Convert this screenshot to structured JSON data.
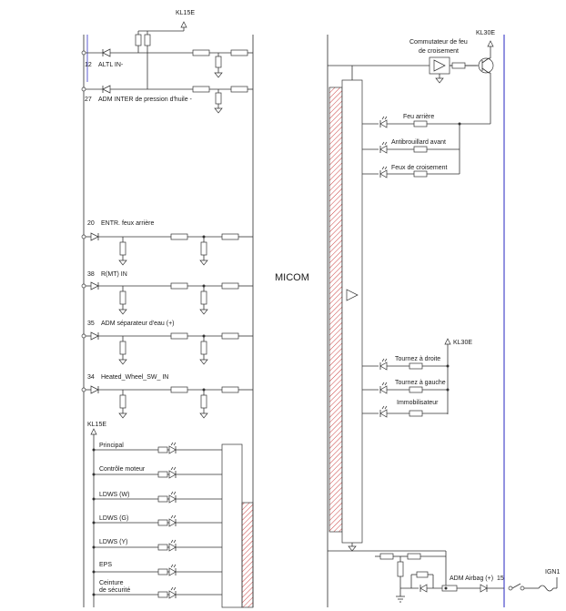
{
  "colors": {
    "wire": "#333333",
    "accent_bar": "#4a4acc",
    "hatch": "#cc4444"
  },
  "title": "MICOM",
  "supply": {
    "kl15e_top": "KL15E",
    "kl15e_bottom": "KL15E",
    "kl30e_top": "KL30E",
    "kl30e_mid": "KL30E",
    "ign1": "IGN1"
  },
  "left_inputs": [
    {
      "pin": "12",
      "label": "ALTL IN-"
    },
    {
      "pin": "27",
      "label": "ADM INTER de pression d'huile -"
    },
    {
      "pin": "20",
      "label": "ENTR. feux arrière"
    },
    {
      "pin": "38",
      "label": "R(MT) IN"
    },
    {
      "pin": "35",
      "label": "ADM séparateur d'eau (+)"
    },
    {
      "pin": "34",
      "label": "Heated_Wheel_SW_ IN"
    }
  ],
  "warning_lamps": [
    {
      "label": "Principal"
    },
    {
      "label": "Contrôle moteur"
    },
    {
      "label": "LDWS (W)"
    },
    {
      "label": "LDWS (G)"
    },
    {
      "label": "LDWS (Y)"
    },
    {
      "label": "EPS"
    },
    {
      "label": "Ceinture",
      "label2": "de sécurité"
    }
  ],
  "switch_block": {
    "label1": "Commutateur de feu",
    "label2": "de croisement"
  },
  "right_leds_top": [
    {
      "label": "Feu arrière"
    },
    {
      "label": "Antibrouillard avant"
    },
    {
      "label": "Feux de croisement"
    }
  ],
  "right_leds_mid": [
    {
      "label": "Tournez à droite"
    },
    {
      "label": "Tournez à gauche"
    },
    {
      "label": "Immobilisateur"
    }
  ],
  "airbag": {
    "label": "ADM Airbag (+)",
    "pin": "15"
  }
}
